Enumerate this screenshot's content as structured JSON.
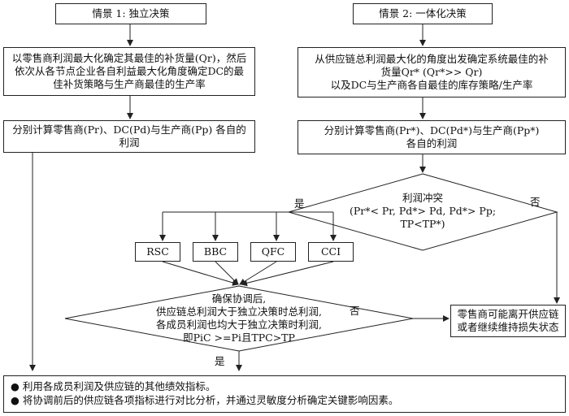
{
  "scenario1": {
    "title": "情景 1: 独立决策",
    "step1_lines": [
      "以零售商利润最大化确定其最佳的补货量(Qr)，然后",
      "依次从各节点企业各自利益最大化角度确定DC的最",
      "佳补货策略与生产商最佳的生产率"
    ],
    "step2": "分别计算零售商(Pr)、DC(Pd)与生产商(Pp) 各自的利润"
  },
  "scenario2": {
    "title": "情景 2: 一体化决策",
    "step1_lines": [
      "从供应链总利润最大化的角度出发确定系统最佳的补",
      "货量Qr* (Qr*>> Qr)",
      "以及DC与生产商各自最佳的库存策略/生产率"
    ],
    "step2_lines": [
      "分别计算零售商(Pr*)、DC(Pd*)与生产商(Pp*)",
      "各自的利润"
    ]
  },
  "conflict": {
    "lines": [
      "利润冲突",
      "(Pr*< Pr, Pd*> Pd, Pd*> Pp;",
      "TP<TP*)"
    ]
  },
  "labels": {
    "yes": "是",
    "no": "否"
  },
  "mechanisms": [
    "RSC",
    "BBC",
    "QFC",
    "CCI"
  ],
  "coordination": {
    "lines": [
      "确保协调后,",
      "供应链总利润大于独立决策时总利润,",
      "各成员利润也均大于独立决策时利润,",
      "即PiC >=Pi且TPC>TP"
    ]
  },
  "exit_box": {
    "lines": [
      "零售商可能离开供应链",
      "或者继续维持损失状态"
    ]
  },
  "footer": {
    "items": [
      "利用各成员利润及供应链的其他绩效指标。",
      "将协调前后的供应链各项指标进行对比分析，并通过灵敏度分析确定关键影响因素。"
    ]
  }
}
